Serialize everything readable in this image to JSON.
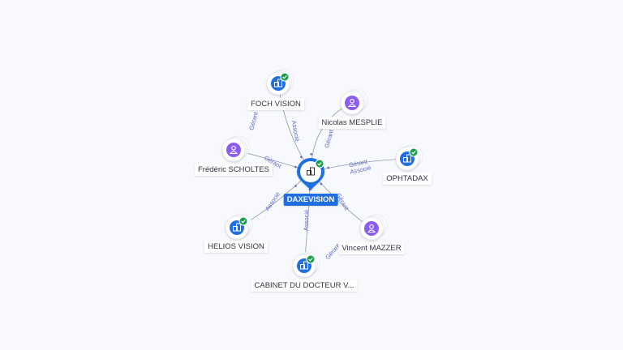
{
  "center": {
    "label": "DAXEVISION",
    "type": "company",
    "verified": true
  },
  "nodes": [
    {
      "id": "foch",
      "label": "FOCH VISION",
      "type": "company",
      "verified": true
    },
    {
      "id": "mesplie",
      "label": "Nicolas MESPLIE",
      "type": "person",
      "verified": false
    },
    {
      "id": "scholtes",
      "label": "Frédéric SCHOLTES",
      "type": "person",
      "verified": false
    },
    {
      "id": "ophtadax",
      "label": "OPHTADAX",
      "type": "company",
      "verified": true
    },
    {
      "id": "helios",
      "label": "HELIOS VISION",
      "type": "company",
      "verified": true
    },
    {
      "id": "mazzer",
      "label": "Vincent MAZZER",
      "type": "person",
      "verified": false
    },
    {
      "id": "cabinet",
      "label": "CABINET DU DOCTEUR V...",
      "type": "company",
      "verified": true
    }
  ],
  "edges": [
    {
      "from": "foch",
      "labels": [
        "Gérant",
        "Associé"
      ]
    },
    {
      "from": "mesplie",
      "labels": [
        "Gérant"
      ]
    },
    {
      "from": "scholtes",
      "labels": [
        "Gérant"
      ]
    },
    {
      "from": "ophtadax",
      "labels": [
        "Gérant",
        "Associé"
      ]
    },
    {
      "from": "helios",
      "labels": [
        "Associé"
      ]
    },
    {
      "from": "mazzer",
      "labels": [
        "Gérant"
      ]
    },
    {
      "from": "cabinet",
      "labels": [
        "Associé",
        "Gérant"
      ]
    }
  ],
  "colors": {
    "company": "#1f6fe0",
    "person": "#8b5cf6",
    "verified": "#1a9e4b",
    "edge_label": "#5b67c9"
  },
  "icons": {
    "company": "building-icon",
    "person": "person-icon",
    "verified": "check-badge-icon"
  }
}
